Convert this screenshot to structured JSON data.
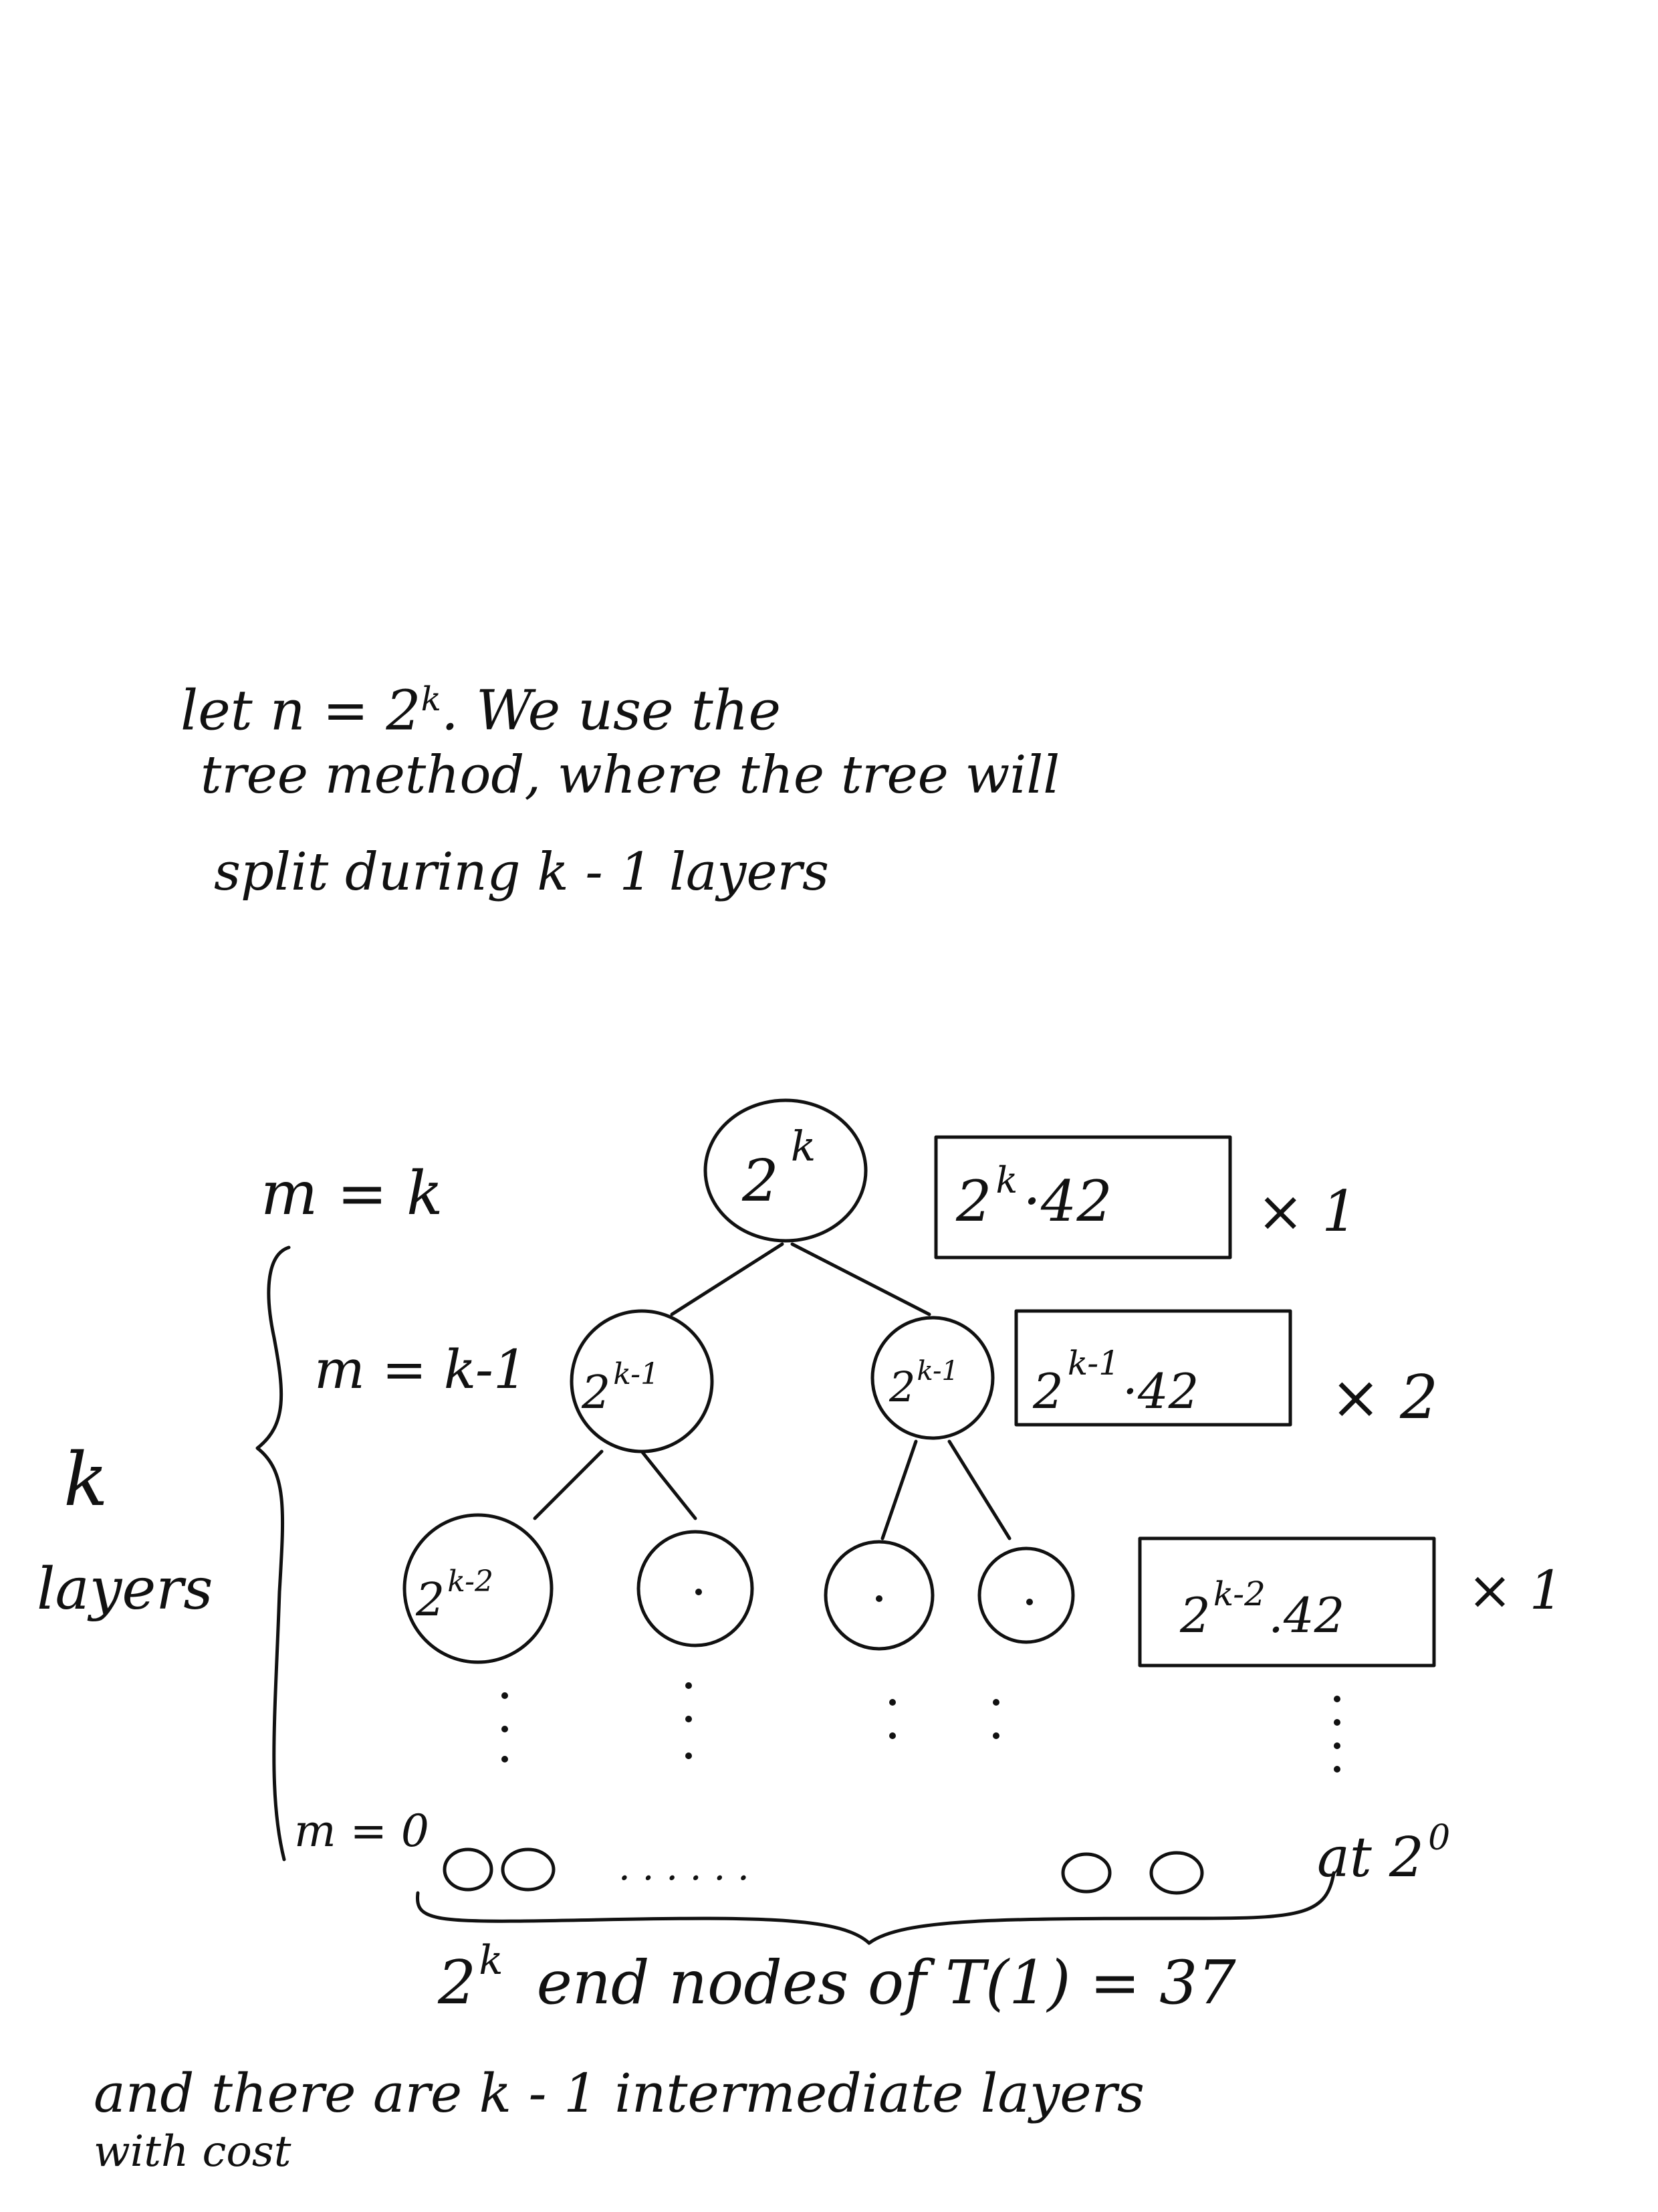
{
  "intro": {
    "line1": "let  n = 2",
    "line1_exp": "k",
    "line1_rest": ".  We  use  the",
    "line2": "tree  method,  where  the  tree  will",
    "line3": "split  during  k - 1  layers"
  },
  "tree": {
    "root_label": "m = k",
    "root_node": "2",
    "root_node_exp": "k",
    "root_cost": "2",
    "root_cost_exp": "k",
    "root_cost_tail": "·42",
    "root_mult": "× 1",
    "level1_label": "m = k-1",
    "level1_node": "2",
    "level1_node_exp": "k-1",
    "level1_cost": "2",
    "level1_cost_exp": "k-1",
    "level1_cost_tail": "·42",
    "level1_mult": "× 2",
    "level2_node": "2",
    "level2_node_exp": "k-2",
    "level2_cost": "2",
    "level2_cost_exp": "k-2",
    "level2_cost_tail": ".42",
    "level2_mult": "× 1",
    "left_k": "k",
    "left_layers": "layers",
    "leaf_label": "m = 0",
    "leaf_dots": ". . . . . .",
    "leaf_at": "at 2",
    "leaf_at_exp": "0",
    "count_base": "2",
    "count_exp": "k",
    "count_text": "end  nodes   of  T(1) = 37"
  },
  "footer": {
    "line1": "and  there  are  k - 1  intermediate  layers",
    "line2": "with     cost"
  }
}
